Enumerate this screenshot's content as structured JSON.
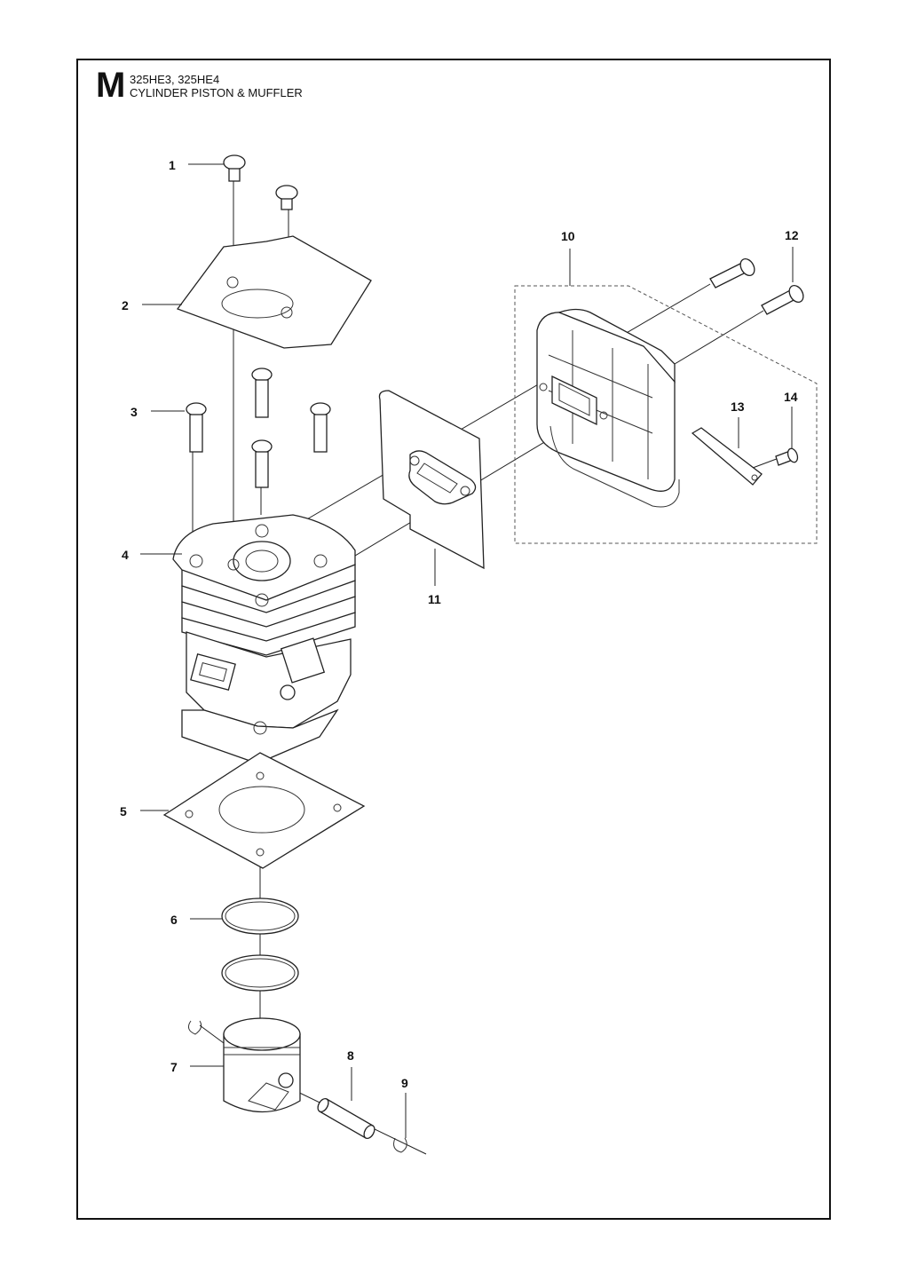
{
  "header": {
    "section_letter": "M",
    "models": "325HE3, 325HE4",
    "title": "CYLINDER PISTON & MUFFLER"
  },
  "callouts": [
    "1",
    "2",
    "3",
    "4",
    "5",
    "6",
    "7",
    "8",
    "9",
    "10",
    "11",
    "12",
    "13",
    "14"
  ]
}
